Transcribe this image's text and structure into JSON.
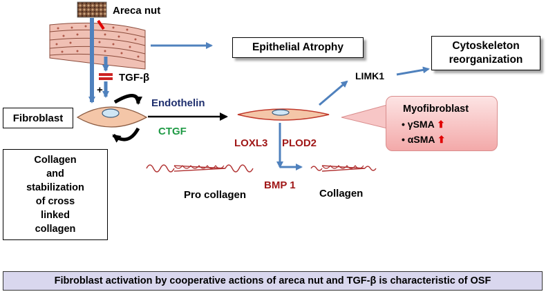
{
  "labels": {
    "areca_nut": "Areca nut",
    "tgf_beta": "TGF-β",
    "plus": "+",
    "endothelin": "Endothelin",
    "ctgf": "CTGF",
    "limk1": "LIMK1",
    "loxl3": "LOXL3",
    "plod2": "PLOD2",
    "bmp1": "BMP 1",
    "pro_collagen": "Pro collagen",
    "collagen": "Collagen"
  },
  "boxes": {
    "epithelial_atrophy": "Epithelial Atrophy",
    "cytoskeleton_line1": "Cytoskeleton",
    "cytoskeleton_line2": "reorganization",
    "fibroblast": "Fibroblast",
    "collagen_stab": [
      "Collagen",
      "and",
      "stabilization",
      "of cross",
      "linked",
      "collagen"
    ]
  },
  "myofibroblast": {
    "title": "Myofibroblast",
    "items": [
      "γSMA",
      "αSMA"
    ],
    "bullet": "•",
    "trend_icon": "up-arrow-icon"
  },
  "caption": "Fibroblast activation by cooperative actions of areca nut and TGF-β is characteristic of OSF",
  "colors": {
    "arrow_blue": "#4f81bd",
    "navy_text": "#1f2f6e",
    "green_text": "#1f9a45",
    "dark_red_text": "#a01818",
    "inhibitor_red": "#cc2222",
    "cell_fill": "#f4c6a8",
    "caption_bg": "#d9d7ee"
  }
}
